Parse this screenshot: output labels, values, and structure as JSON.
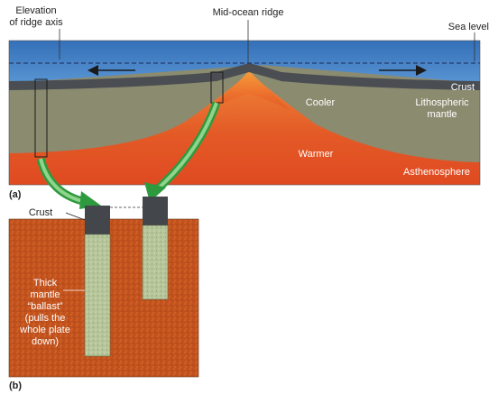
{
  "labels": {
    "elevation_line1": "Elevation",
    "elevation_line2": "of ridge axis",
    "mid_ocean_ridge": "Mid-ocean ridge",
    "sea_level": "Sea level",
    "crust_top": "Crust",
    "cooler": "Cooler",
    "lithospheric_line1": "Lithospheric",
    "lithospheric_line2": "mantle",
    "warmer": "Warmer",
    "asthenosphere": "Asthenosphere",
    "panel_a": "(a)",
    "panel_b": "(b)",
    "crust_bottom": "Crust",
    "ballast_line1": "Thick",
    "ballast_line2": "mantle",
    "ballast_line3": "“ballast”",
    "ballast_line4": "(pulls the",
    "ballast_line5": "whole plate",
    "ballast_line6": "down)"
  },
  "colors": {
    "ocean": "#3d7cc3",
    "lithosphere": "#8a8a72",
    "crust": "#4a4d52",
    "hot_mantle": "#e8612a",
    "asthenosphere_panel": "#c9561f",
    "column": "#b9c89c",
    "arrow_green": "#3ab54a"
  }
}
